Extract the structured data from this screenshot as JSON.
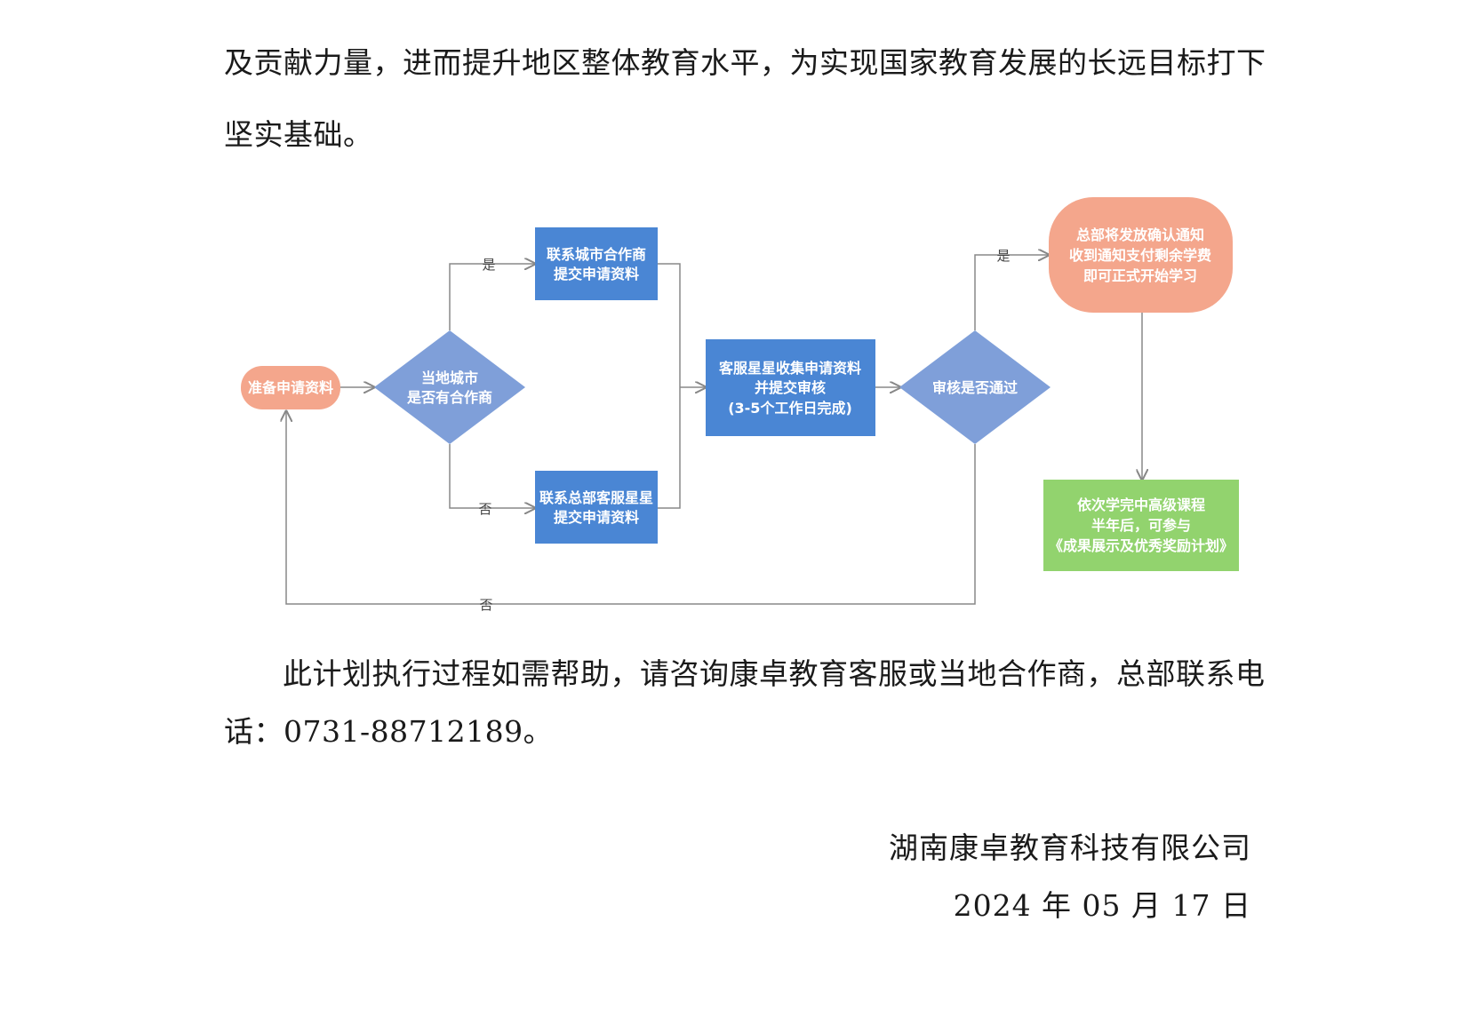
{
  "paragraph_top": {
    "line1": "及贡献力量，进而提升地区整体教育水平，为实现国家教育发展的长远目标打下",
    "line2": "坚实基础。"
  },
  "flowchart": {
    "start": "准备申请资料",
    "decision_city": [
      "当地城市",
      "是否有合作商"
    ],
    "city_partner": [
      "联系城市合作商",
      "提交申请资料"
    ],
    "hq_service": [
      "联系总部客服星星",
      "提交申请资料"
    ],
    "collect": [
      "客服星星收集申请资料",
      "并提交审核",
      "(3-5个工作日完成)"
    ],
    "review": "审核是否通过",
    "notify": [
      "总部将发放确认通知",
      "收到通知支付剩余学费",
      "即可正式开始学习"
    ],
    "finish": [
      "依次学完中高级课程",
      "半年后，可参与",
      "《成果展示及优秀奖励计划》"
    ],
    "label_yes": "是",
    "label_no": "否",
    "colors": {
      "start_fill": "#f4a68c",
      "blue_box": "#4a86d4",
      "diamond": "#7f9fd9",
      "notify_fill": "#f4a68c",
      "finish_fill": "#92d36e",
      "edge": "#888888"
    }
  },
  "paragraph_bottom": {
    "line1": "此计划执行过程如需帮助，请咨询康卓教育客服或当地合作商，总部联系电",
    "line2": "话：0731-88712189。"
  },
  "signature": {
    "company": "湖南康卓教育科技有限公司",
    "date": "2024 年 05 月 17 日"
  }
}
